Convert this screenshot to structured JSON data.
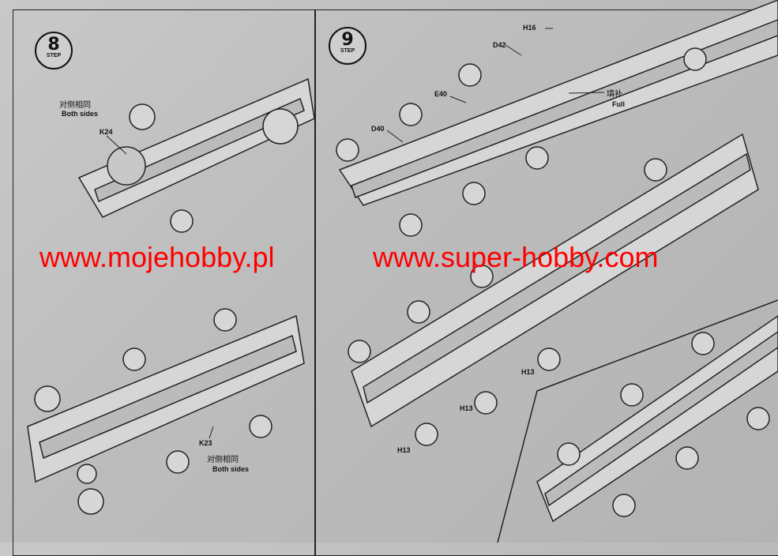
{
  "step_a": {
    "number": "8",
    "label": "STEP"
  },
  "step_b": {
    "number": "9",
    "label": "STEP"
  },
  "left_panel": {
    "note_cn_1": "对侧相同",
    "note_en_1": "Both sides",
    "part_k24": "K24",
    "part_k23": "K23",
    "note_cn_2": "对侧相同",
    "note_en_2": "Both sides"
  },
  "right_panel": {
    "part_h16": "H16",
    "part_d42": "D42",
    "part_e40": "E40",
    "part_d40": "D40",
    "fill_cn": "填补",
    "fill_en": "Full",
    "part_h13_a": "H13",
    "part_h13_b": "H13",
    "part_h13_c": "H13"
  },
  "watermark": {
    "text_1": "www.mojehobby.pl",
    "text_2": "www.super-hobby.com",
    "color": "#ff0000"
  }
}
